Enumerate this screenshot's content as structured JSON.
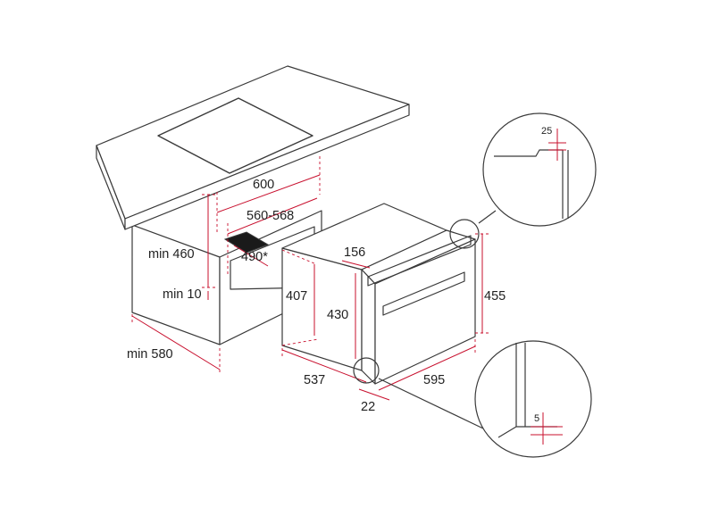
{
  "colors": {
    "line": "#3a3a3a",
    "dimension": "#c8102e",
    "text": "#222222",
    "background": "#ffffff"
  },
  "labels": {
    "cutout_width": "600",
    "cutout_range": "560-568",
    "cutout_depth": "490*",
    "min_height": "min 460",
    "min_gap": "min 10",
    "min_depth": "min 580",
    "oven_side_height": "407",
    "oven_front_height": "430",
    "oven_total_height": "455",
    "oven_top_depth": "156",
    "oven_depth": "537",
    "oven_width": "595",
    "front_offset": "22",
    "detail_top": "25",
    "detail_bottom": "5"
  }
}
